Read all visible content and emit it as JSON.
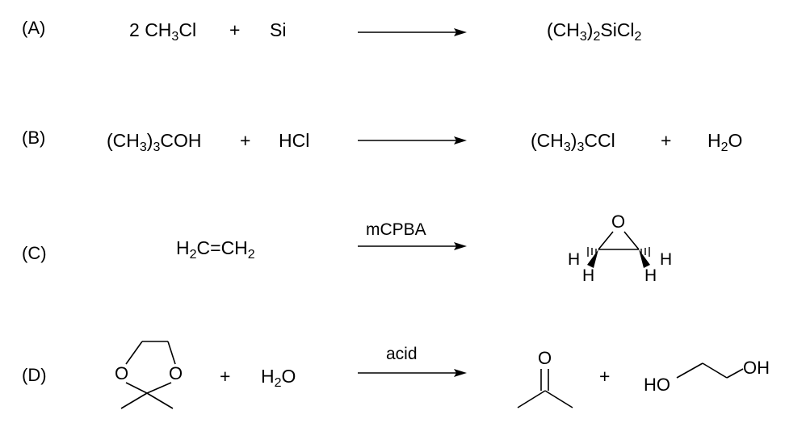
{
  "reactions": [
    {
      "label": "(A)",
      "reactant_1": {
        "coef": "2",
        "formula": [
          "CH",
          "3",
          "Cl"
        ]
      },
      "plus_1": "+",
      "reactant_2": "Si",
      "product_1": [
        "(CH",
        "3",
        ")",
        "2",
        "SiCl",
        "2",
        ""
      ]
    },
    {
      "label": "(B)",
      "reactant_1": [
        "(CH",
        "3",
        ")",
        "3",
        "COH"
      ],
      "plus_1": "+",
      "reactant_2": "HCl",
      "product_1": [
        "(CH",
        "3",
        ")",
        "3",
        "CCl"
      ],
      "plus_2": "+",
      "product_2": [
        "H",
        "2",
        "O"
      ]
    },
    {
      "label": "(C)",
      "reactant_1": [
        "H",
        "2",
        "C=CH",
        "2",
        ""
      ],
      "condition": "mCPBA",
      "product_atoms": {
        "o": "O",
        "h_left": "H",
        "h_right": "H",
        "h_bottom_left": "H",
        "h_bottom_right": "H"
      }
    },
    {
      "label": "(D)",
      "reactant_atoms": {
        "o_left": "O",
        "o_right": "O"
      },
      "plus_1": "+",
      "reactant_2": [
        "H",
        "2",
        "O"
      ],
      "condition": "acid",
      "product_atoms": {
        "o": "O"
      },
      "plus_2": "+",
      "product_2_atoms": {
        "ho": "HO",
        "oh": "OH"
      }
    }
  ]
}
